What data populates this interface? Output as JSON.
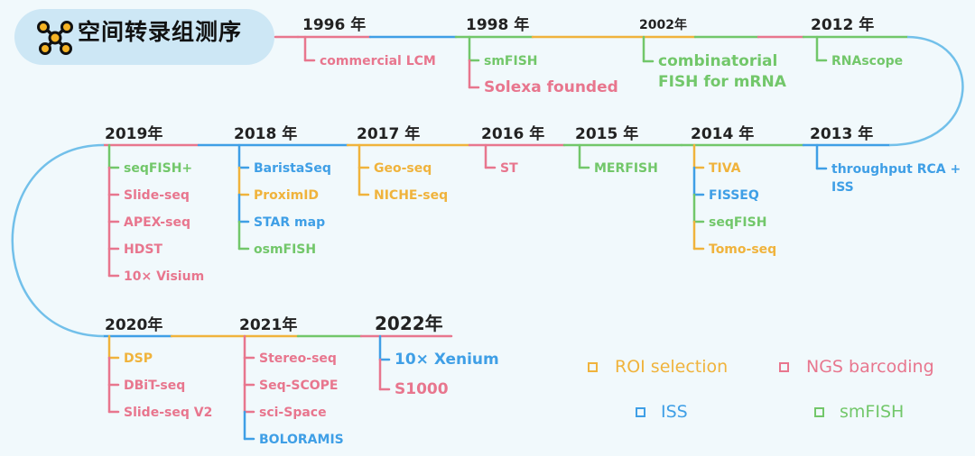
{
  "title": "空间转录组测序",
  "colors": {
    "roi": "#f0b33c",
    "ngs": "#e8768e",
    "iss": "#3f9fe6",
    "smfish": "#72c76a",
    "track": "#72c0ea"
  },
  "legend": [
    {
      "key": "roi",
      "label": "ROI selection"
    },
    {
      "key": "ngs",
      "label": "NGS barcoding"
    },
    {
      "key": "iss",
      "label": "ISS"
    },
    {
      "key": "smfish",
      "label": "smFISH"
    }
  ],
  "timeline": [
    {
      "year": "1996 年",
      "items": [
        {
          "text": "commercial LCM",
          "type": "ngs"
        }
      ]
    },
    {
      "year": "1998 年",
      "items": [
        {
          "text": "smFISH",
          "type": "smfish"
        },
        {
          "text": "Solexa founded",
          "type": "ngs"
        }
      ]
    },
    {
      "year": "2002年",
      "items": [
        {
          "text": "combinatorial\nFISH for mRNA",
          "type": "smfish"
        }
      ]
    },
    {
      "year": "2012 年",
      "items": [
        {
          "text": "RNAscope",
          "type": "smfish"
        }
      ]
    },
    {
      "year": "2013 年",
      "items": [
        {
          "text": "throughput RCA +\nISS",
          "type": "iss"
        }
      ]
    },
    {
      "year": "2014 年",
      "items": [
        {
          "text": "TIVA",
          "type": "roi"
        },
        {
          "text": "FISSEQ",
          "type": "iss"
        },
        {
          "text": "seqFISH",
          "type": "smfish"
        },
        {
          "text": "Tomo-seq",
          "type": "roi"
        }
      ]
    },
    {
      "year": "2015 年",
      "items": [
        {
          "text": "MERFISH",
          "type": "smfish"
        }
      ]
    },
    {
      "year": "2016 年",
      "items": [
        {
          "text": "ST",
          "type": "ngs"
        }
      ]
    },
    {
      "year": "2017 年",
      "items": [
        {
          "text": "Geo-seq",
          "type": "roi"
        },
        {
          "text": "NICHE-seq",
          "type": "roi"
        }
      ]
    },
    {
      "year": "2018 年",
      "items": [
        {
          "text": "BaristaSeq",
          "type": "iss"
        },
        {
          "text": "ProximID",
          "type": "roi"
        },
        {
          "text": "STAR map",
          "type": "iss"
        },
        {
          "text": "osmFISH",
          "type": "smfish"
        }
      ]
    },
    {
      "year": "2019年",
      "items": [
        {
          "text": "seqFISH+",
          "type": "smfish"
        },
        {
          "text": "Slide-seq",
          "type": "ngs"
        },
        {
          "text": "APEX-seq",
          "type": "ngs"
        },
        {
          "text": "HDST",
          "type": "ngs"
        },
        {
          "text": "10× Visium",
          "type": "ngs"
        }
      ]
    },
    {
      "year": "2020年",
      "items": [
        {
          "text": "DSP",
          "type": "roi"
        },
        {
          "text": "DBiT-seq",
          "type": "ngs"
        },
        {
          "text": "Slide-seq V2",
          "type": "ngs"
        }
      ]
    },
    {
      "year": "2021年",
      "items": [
        {
          "text": "Stereo-seq",
          "type": "ngs"
        },
        {
          "text": "Seq-SCOPE",
          "type": "ngs"
        },
        {
          "text": "sci-Space",
          "type": "ngs"
        },
        {
          "text": "BOLORAMIS",
          "type": "iss"
        }
      ]
    },
    {
      "year": "2022年",
      "items": [
        {
          "text": "10× Xenium",
          "type": "iss"
        },
        {
          "text": "S1000",
          "type": "ngs"
        }
      ]
    }
  ]
}
